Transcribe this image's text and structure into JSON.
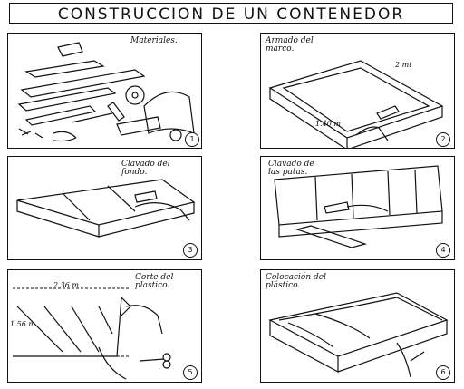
{
  "title": "CONSTRUCCION   DE   UN   CONTENEDOR",
  "panels": [
    {
      "caption": "Materiales.",
      "number": "1"
    },
    {
      "caption": "Armado del marco.",
      "number": "2",
      "dims": [
        "2 mt",
        "1.40 m"
      ]
    },
    {
      "caption": "Clavado del fondo.",
      "number": "3"
    },
    {
      "caption": "Clavado de las patas.",
      "number": "4"
    },
    {
      "caption": "Corte del plastico.",
      "number": "5",
      "dims": [
        "2.36 m",
        "1.56 m"
      ]
    },
    {
      "caption": "Colocación del plástico.",
      "number": "6"
    }
  ]
}
